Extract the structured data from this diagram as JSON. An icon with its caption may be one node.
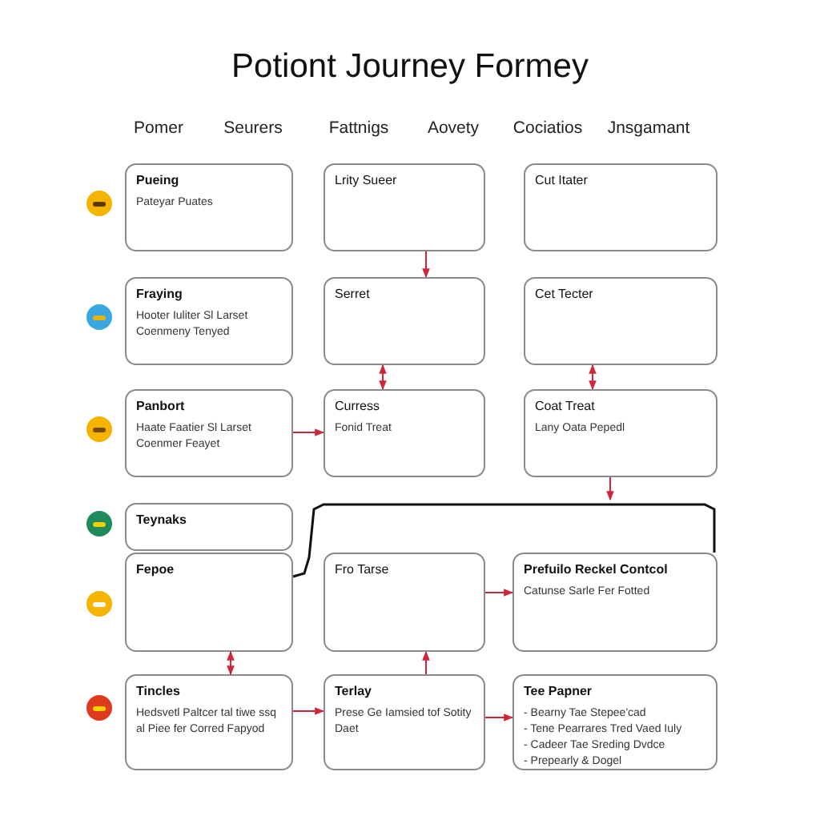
{
  "diagram": {
    "title": "Potiont Journey Formey",
    "nodes": [
      {
        "text": [
          "Pueing",
          "Pateyar Puates"
        ]
      },
      {
        "text": [
          "Lrity Sueer"
        ]
      },
      {
        "text": [
          "Cut Itater"
        ]
      },
      {
        "text": [
          "Fraying",
          "Hooter Iuliter Sl Larset Coenmeny Tenyed"
        ]
      },
      {
        "text": [
          "Serret"
        ]
      },
      {
        "text": [
          "Cet Tecter"
        ]
      },
      {
        "text": [
          "Panbort",
          "Haate Faatier Sl Larset Coenmer Feayet"
        ]
      },
      {
        "text": [
          "Curress",
          "Fonid Treat"
        ]
      },
      {
        "text": [
          "Coat Treat",
          "Lany Oata Pepedl"
        ]
      },
      {
        "text": [
          "Teynaks"
        ]
      },
      {
        "text": [
          "Fepoe"
        ]
      },
      {
        "text": [
          "Fro Tarse"
        ]
      },
      {
        "text": [
          "Prefuilo Reckel Contcol",
          "Catunse Sarle Fer Fotted"
        ]
      },
      {
        "text": [
          "Tincles",
          "Hedsvetl Paltcer tal tiwe ssq al Piee fer Corred Fapyod"
        ]
      },
      {
        "text": [
          "Terlay",
          "Prese Ge Iamsied tof Sotity Daet"
        ]
      },
      {
        "text": [
          "Tee Papner",
          "- Bearny Tae Stepee'cad",
          "- Tene Pearrares Tred Vaed Iuly",
          "- Cadeer Tae Sreding Dvdce",
          "- Prepearly & Dogel"
        ]
      }
    ],
    "edges": [
      {
        "from": 1,
        "to": 4,
        "arrow": "to"
      },
      {
        "from": 4,
        "to": 7,
        "arrow": "both"
      },
      {
        "from": 5,
        "to": 8,
        "arrow": "both"
      },
      {
        "from": 6,
        "to": 7,
        "arrow": "to"
      },
      {
        "from": 8,
        "to": null,
        "arrow": "to"
      },
      {
        "from": 10,
        "to": 12,
        "arrow": "none",
        "color": "#111111"
      },
      {
        "from": 11,
        "to": 12,
        "arrow": "to"
      },
      {
        "from": 10,
        "to": 13,
        "arrow": "both"
      },
      {
        "from": 14,
        "to": 11,
        "arrow": "to"
      },
      {
        "from": 13,
        "to": 14,
        "arrow": "to"
      },
      {
        "from": 14,
        "to": 15,
        "arrow": "to"
      }
    ],
    "labels": [
      "Pomer",
      "Seurers",
      "Fattnigs",
      "Aovety",
      "Cociatios",
      "Jnsgamant"
    ]
  }
}
